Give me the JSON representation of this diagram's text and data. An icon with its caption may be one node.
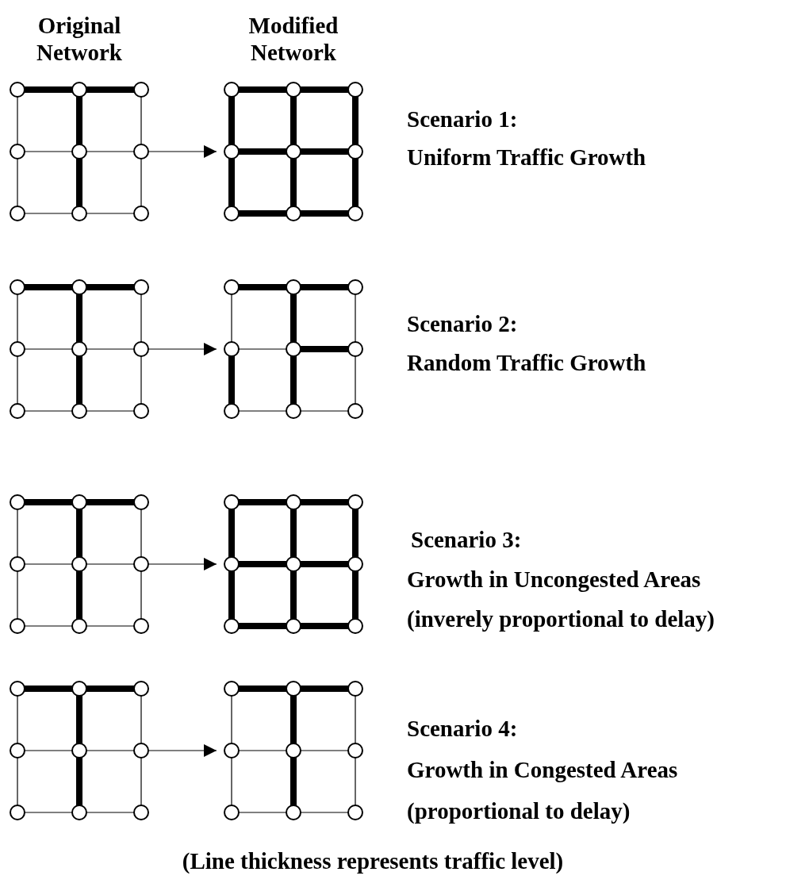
{
  "diagram": {
    "caption": "(Line thickness represents traffic level)",
    "nodes": [
      {
        "text": [],
        "shape": "circle"
      },
      {
        "text": [],
        "shape": "circle"
      },
      {
        "text": [],
        "shape": "circle"
      },
      {
        "text": [],
        "shape": "circle"
      },
      {
        "text": [],
        "shape": "circle"
      },
      {
        "text": [],
        "shape": "circle"
      },
      {
        "text": [],
        "shape": "circle"
      },
      {
        "text": [],
        "shape": "circle"
      },
      {
        "text": [],
        "shape": "circle"
      },
      {
        "text": [],
        "shape": "circle"
      },
      {
        "text": [],
        "shape": "circle"
      },
      {
        "text": [],
        "shape": "circle"
      },
      {
        "text": [],
        "shape": "circle"
      },
      {
        "text": [],
        "shape": "circle"
      },
      {
        "text": [],
        "shape": "circle"
      },
      {
        "text": [],
        "shape": "circle"
      },
      {
        "text": [],
        "shape": "circle"
      },
      {
        "text": [],
        "shape": "circle"
      },
      {
        "text": [],
        "shape": "circle"
      },
      {
        "text": [],
        "shape": "circle"
      },
      {
        "text": [],
        "shape": "circle"
      },
      {
        "text": [],
        "shape": "circle"
      },
      {
        "text": [],
        "shape": "circle"
      },
      {
        "text": [],
        "shape": "circle"
      },
      {
        "text": [],
        "shape": "circle"
      },
      {
        "text": [],
        "shape": "circle"
      },
      {
        "text": [],
        "shape": "circle"
      },
      {
        "text": [],
        "shape": "circle"
      },
      {
        "text": [],
        "shape": "circle"
      },
      {
        "text": [],
        "shape": "circle"
      },
      {
        "text": [],
        "shape": "circle"
      },
      {
        "text": [],
        "shape": "circle"
      },
      {
        "text": [],
        "shape": "circle"
      },
      {
        "text": [],
        "shape": "circle"
      },
      {
        "text": [],
        "shape": "circle"
      },
      {
        "text": [],
        "shape": "circle"
      },
      {
        "text": [],
        "shape": "circle"
      },
      {
        "text": [],
        "shape": "circle"
      },
      {
        "text": [],
        "shape": "circle"
      },
      {
        "text": [],
        "shape": "circle"
      },
      {
        "text": [],
        "shape": "circle"
      },
      {
        "text": [],
        "shape": "circle"
      },
      {
        "text": [],
        "shape": "circle"
      },
      {
        "text": [],
        "shape": "circle"
      },
      {
        "text": [],
        "shape": "circle"
      },
      {
        "text": [],
        "shape": "circle"
      },
      {
        "text": [],
        "shape": "circle"
      },
      {
        "text": [],
        "shape": "circle"
      },
      {
        "text": [],
        "shape": "circle"
      },
      {
        "text": [],
        "shape": "circle"
      },
      {
        "text": [],
        "shape": "circle"
      },
      {
        "text": [],
        "shape": "circle"
      },
      {
        "text": [],
        "shape": "circle"
      },
      {
        "text": [],
        "shape": "circle"
      },
      {
        "text": [],
        "shape": "circle"
      },
      {
        "text": [],
        "shape": "circle"
      },
      {
        "text": [],
        "shape": "circle"
      },
      {
        "text": [],
        "shape": "circle"
      },
      {
        "text": [],
        "shape": "circle"
      },
      {
        "text": [],
        "shape": "circle"
      },
      {
        "text": [],
        "shape": "circle"
      },
      {
        "text": [],
        "shape": "circle"
      },
      {
        "text": [],
        "shape": "circle"
      },
      {
        "text": [],
        "shape": "circle"
      },
      {
        "text": [],
        "shape": "circle"
      },
      {
        "text": [],
        "shape": "circle"
      },
      {
        "text": [],
        "shape": "circle"
      },
      {
        "text": [],
        "shape": "circle"
      },
      {
        "text": [],
        "shape": "circle"
      },
      {
        "text": [],
        "shape": "circle"
      },
      {
        "text": [],
        "shape": "circle"
      },
      {
        "text": [],
        "shape": "circle"
      }
    ],
    "edges": [
      {
        "from": 0,
        "to": 1,
        "arrow": "none",
        "style": "thick"
      },
      {
        "from": 1,
        "to": 2,
        "arrow": "none",
        "style": "thick"
      },
      {
        "from": 3,
        "to": 4,
        "arrow": "none"
      },
      {
        "from": 4,
        "to": 5,
        "arrow": "none"
      },
      {
        "from": 6,
        "to": 7,
        "arrow": "none"
      },
      {
        "from": 7,
        "to": 8,
        "arrow": "none"
      },
      {
        "from": 0,
        "to": 3,
        "arrow": "none"
      },
      {
        "from": 3,
        "to": 6,
        "arrow": "none"
      },
      {
        "from": 1,
        "to": 4,
        "arrow": "none",
        "style": "thick"
      },
      {
        "from": 4,
        "to": 7,
        "arrow": "none",
        "style": "thick"
      },
      {
        "from": 2,
        "to": 5,
        "arrow": "none"
      },
      {
        "from": 5,
        "to": 8,
        "arrow": "none"
      },
      {
        "from": 9,
        "to": 10,
        "arrow": "none",
        "style": "thick"
      },
      {
        "from": 10,
        "to": 11,
        "arrow": "none",
        "style": "thick"
      },
      {
        "from": 12,
        "to": 13,
        "arrow": "none",
        "style": "thick"
      },
      {
        "from": 13,
        "to": 14,
        "arrow": "none",
        "style": "thick"
      },
      {
        "from": 15,
        "to": 16,
        "arrow": "none",
        "style": "thick"
      },
      {
        "from": 16,
        "to": 17,
        "arrow": "none",
        "style": "thick"
      },
      {
        "from": 9,
        "to": 12,
        "arrow": "none",
        "style": "thick"
      },
      {
        "from": 12,
        "to": 15,
        "arrow": "none",
        "style": "thick"
      },
      {
        "from": 10,
        "to": 13,
        "arrow": "none",
        "style": "thick"
      },
      {
        "from": 13,
        "to": 16,
        "arrow": "none",
        "style": "thick"
      },
      {
        "from": 11,
        "to": 14,
        "arrow": "none",
        "style": "thick"
      },
      {
        "from": 14,
        "to": 17,
        "arrow": "none",
        "style": "thick"
      },
      {
        "from": 18,
        "to": 19,
        "arrow": "none",
        "style": "thick"
      },
      {
        "from": 19,
        "to": 20,
        "arrow": "none",
        "style": "thick"
      },
      {
        "from": 21,
        "to": 22,
        "arrow": "none"
      },
      {
        "from": 22,
        "to": 23,
        "arrow": "none"
      },
      {
        "from": 24,
        "to": 25,
        "arrow": "none"
      },
      {
        "from": 25,
        "to": 26,
        "arrow": "none"
      },
      {
        "from": 18,
        "to": 21,
        "arrow": "none"
      },
      {
        "from": 21,
        "to": 24,
        "arrow": "none"
      },
      {
        "from": 19,
        "to": 22,
        "arrow": "none",
        "style": "thick"
      },
      {
        "from": 22,
        "to": 25,
        "arrow": "none",
        "style": "thick"
      },
      {
        "from": 20,
        "to": 23,
        "arrow": "none"
      },
      {
        "from": 23,
        "to": 26,
        "arrow": "none"
      },
      {
        "from": 27,
        "to": 28,
        "arrow": "none",
        "style": "thick"
      },
      {
        "from": 28,
        "to": 29,
        "arrow": "none",
        "style": "thick"
      },
      {
        "from": 30,
        "to": 31,
        "arrow": "none"
      },
      {
        "from": 31,
        "to": 32,
        "arrow": "none",
        "style": "thick"
      },
      {
        "from": 33,
        "to": 34,
        "arrow": "none"
      },
      {
        "from": 34,
        "to": 35,
        "arrow": "none"
      },
      {
        "from": 27,
        "to": 30,
        "arrow": "none"
      },
      {
        "from": 30,
        "to": 33,
        "arrow": "none",
        "style": "thick"
      },
      {
        "from": 28,
        "to": 31,
        "arrow": "none",
        "style": "thick"
      },
      {
        "from": 31,
        "to": 34,
        "arrow": "none",
        "style": "thick"
      },
      {
        "from": 29,
        "to": 32,
        "arrow": "none"
      },
      {
        "from": 32,
        "to": 35,
        "arrow": "none"
      },
      {
        "from": 36,
        "to": 37,
        "arrow": "none",
        "style": "thick"
      },
      {
        "from": 37,
        "to": 38,
        "arrow": "none",
        "style": "thick"
      },
      {
        "from": 39,
        "to": 40,
        "arrow": "none"
      },
      {
        "from": 40,
        "to": 41,
        "arrow": "none"
      },
      {
        "from": 42,
        "to": 43,
        "arrow": "none"
      },
      {
        "from": 43,
        "to": 44,
        "arrow": "none"
      },
      {
        "from": 36,
        "to": 39,
        "arrow": "none"
      },
      {
        "from": 39,
        "to": 42,
        "arrow": "none"
      },
      {
        "from": 37,
        "to": 40,
        "arrow": "none",
        "style": "thick"
      },
      {
        "from": 40,
        "to": 43,
        "arrow": "none",
        "style": "thick"
      },
      {
        "from": 38,
        "to": 41,
        "arrow": "none"
      },
      {
        "from": 41,
        "to": 44,
        "arrow": "none"
      },
      {
        "from": 45,
        "to": 46,
        "arrow": "none",
        "style": "thick"
      },
      {
        "from": 46,
        "to": 47,
        "arrow": "none",
        "style": "thick"
      },
      {
        "from": 48,
        "to": 49,
        "arrow": "none",
        "style": "thick"
      },
      {
        "from": 49,
        "to": 50,
        "arrow": "none",
        "style": "thick"
      },
      {
        "from": 51,
        "to": 52,
        "arrow": "none",
        "style": "thick"
      },
      {
        "from": 52,
        "to": 53,
        "arrow": "none",
        "style": "thick"
      },
      {
        "from": 45,
        "to": 48,
        "arrow": "none",
        "style": "thick"
      },
      {
        "from": 48,
        "to": 51,
        "arrow": "none",
        "style": "thick"
      },
      {
        "from": 46,
        "to": 49,
        "arrow": "none",
        "style": "thick"
      },
      {
        "from": 49,
        "to": 52,
        "arrow": "none",
        "style": "thick"
      },
      {
        "from": 47,
        "to": 50,
        "arrow": "none",
        "style": "thick"
      },
      {
        "from": 50,
        "to": 53,
        "arrow": "none",
        "style": "thick"
      },
      {
        "from": 54,
        "to": 55,
        "arrow": "none",
        "style": "thick"
      },
      {
        "from": 55,
        "to": 56,
        "arrow": "none",
        "style": "thick"
      },
      {
        "from": 57,
        "to": 58,
        "arrow": "none"
      },
      {
        "from": 58,
        "to": 59,
        "arrow": "none"
      },
      {
        "from": 60,
        "to": 61,
        "arrow": "none"
      },
      {
        "from": 61,
        "to": 62,
        "arrow": "none"
      },
      {
        "from": 54,
        "to": 57,
        "arrow": "none"
      },
      {
        "from": 57,
        "to": 60,
        "arrow": "none"
      },
      {
        "from": 55,
        "to": 58,
        "arrow": "none",
        "style": "thick"
      },
      {
        "from": 58,
        "to": 61,
        "arrow": "none",
        "style": "thick"
      },
      {
        "from": 56,
        "to": 59,
        "arrow": "none"
      },
      {
        "from": 59,
        "to": 62,
        "arrow": "none"
      },
      {
        "from": 63,
        "to": 64,
        "arrow": "none",
        "style": "thick"
      },
      {
        "from": 64,
        "to": 65,
        "arrow": "none",
        "style": "thick"
      },
      {
        "from": 66,
        "to": 67,
        "arrow": "none"
      },
      {
        "from": 67,
        "to": 68,
        "arrow": "none"
      },
      {
        "from": 69,
        "to": 70,
        "arrow": "none"
      },
      {
        "from": 70,
        "to": 71,
        "arrow": "none"
      },
      {
        "from": 63,
        "to": 66,
        "arrow": "none"
      },
      {
        "from": 66,
        "to": 69,
        "arrow": "none"
      },
      {
        "from": 64,
        "to": 67,
        "arrow": "none",
        "style": "thick"
      },
      {
        "from": 67,
        "to": 70,
        "arrow": "none",
        "style": "thick"
      },
      {
        "from": 65,
        "to": 68,
        "arrow": "none"
      },
      {
        "from": 68,
        "to": 71,
        "arrow": "none"
      },
      {
        "from": 5,
        "to": 12,
        "arrow": "to"
      },
      {
        "from": 23,
        "to": 30,
        "arrow": "to"
      },
      {
        "from": 41,
        "to": 48,
        "arrow": "to"
      },
      {
        "from": 59,
        "to": 66,
        "arrow": "to"
      }
    ],
    "labels": [
      "Original Network",
      "Modified Network",
      "Scenario 1:",
      "Uniform Traffic Growth",
      "Scenario 2:",
      "Random Traffic Growth",
      "Scenario 3:",
      "Growth in Uncongested Areas",
      "(inverely proportional to delay)",
      "Scenario 4:",
      "Growth in Congested Areas",
      "(proportional to delay)"
    ]
  }
}
